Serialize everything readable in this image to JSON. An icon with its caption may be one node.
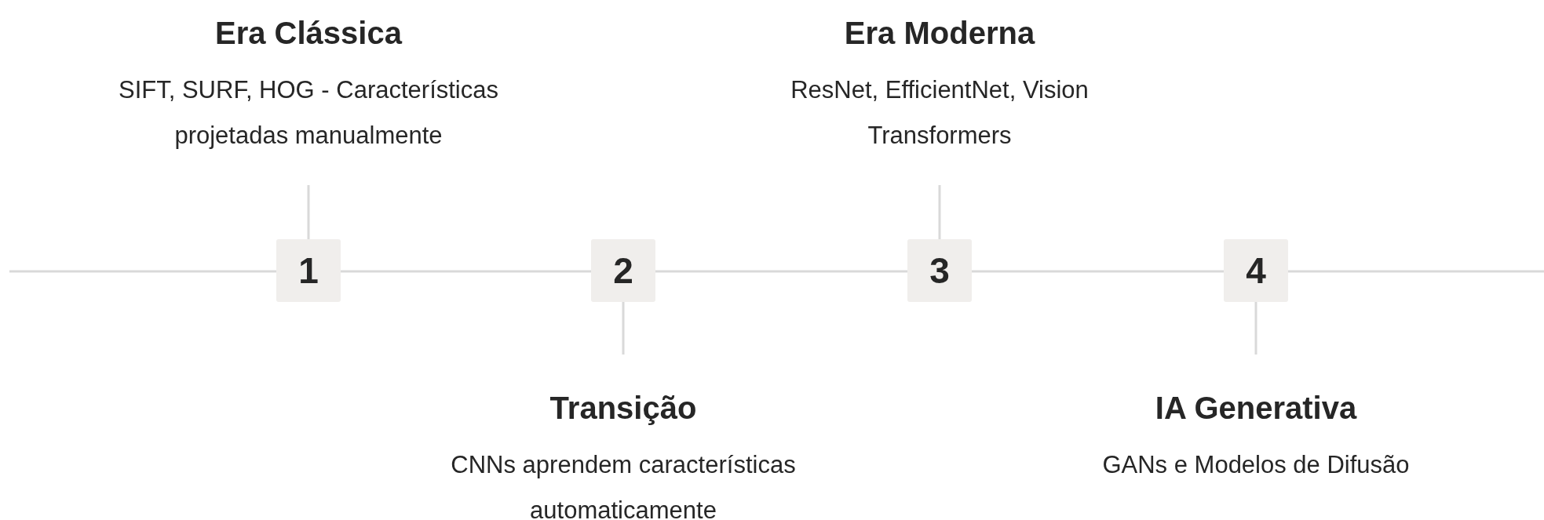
{
  "diagram": {
    "nodes": [
      {
        "text": [
          "1"
        ]
      },
      {
        "text": [
          "2"
        ]
      },
      {
        "text": [
          "3"
        ]
      },
      {
        "text": [
          "4"
        ]
      },
      {
        "text": [
          "Era Clássica",
          "SIFT, SURF, HOG - Características projetadas manualmente"
        ]
      },
      {
        "text": [
          "Transição",
          "CNNs aprendem características automaticamente"
        ]
      },
      {
        "text": [
          "Era Moderna",
          "ResNet, EfficientNet, Vision Transformers"
        ]
      },
      {
        "text": [
          "IA Generativa",
          "GANs e Modelos de Difusão"
        ]
      }
    ],
    "edges": [
      {
        "from": null,
        "to": 0,
        "arrow": "none"
      },
      {
        "from": 0,
        "to": 1,
        "arrow": "none"
      },
      {
        "from": 1,
        "to": 2,
        "arrow": "none"
      },
      {
        "from": 2,
        "to": 3,
        "arrow": "none"
      },
      {
        "from": 3,
        "to": null,
        "arrow": "none"
      },
      {
        "from": 4,
        "to": 0,
        "arrow": "none"
      },
      {
        "from": 1,
        "to": 5,
        "arrow": "none"
      },
      {
        "from": 6,
        "to": 2,
        "arrow": "none"
      },
      {
        "from": 3,
        "to": 7,
        "arrow": "none"
      }
    ]
  }
}
